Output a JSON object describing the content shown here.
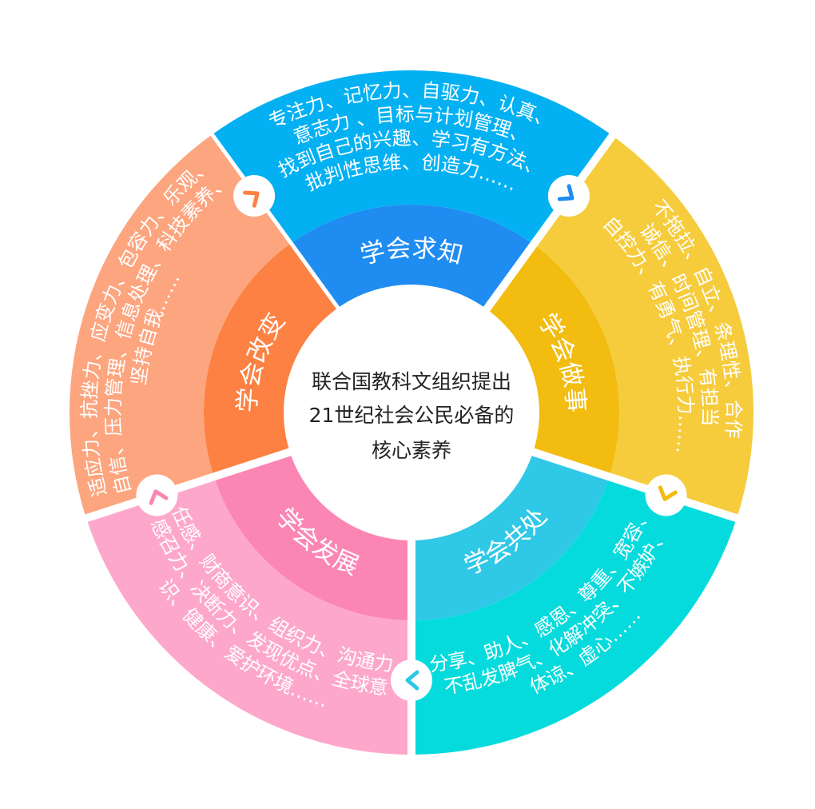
{
  "center": {
    "lines": [
      "联合国教科文组织提出",
      "21世纪社会公民必备的",
      "核心素养"
    ]
  },
  "segments": [
    {
      "id": "zhi",
      "label": "学会求知",
      "outer_color": "#03B1F3",
      "inner_color": "#1F8CF2",
      "chevron_color": "#1F8CF2",
      "text_lines": [
        "专注力、记忆力、自驱力、认真、",
        "意志力 、目标与计划管理、",
        "找到自己的兴趣、学习有方法、",
        "批判性思维、创造力……"
      ]
    },
    {
      "id": "shi",
      "label": "学会做事",
      "outer_color": "#F6CC3D",
      "inner_color": "#F2BC10",
      "chevron_color": "#F2BC10",
      "text_lines": [
        "不拖拉、自立、条理性、合作",
        "诚信、时间管理、有担当",
        "自控力、有勇气、执行力……"
      ]
    },
    {
      "id": "chu",
      "label": "学会共处",
      "outer_color": "#05DBDD",
      "inner_color": "#2FC8E6",
      "chevron_color": "#2FC8E6",
      "text_lines": [
        "分享、助人、感恩、尊重、宽容、",
        "不乱发脾气、化解冲突、不嫉妒、",
        "体谅、虚心……"
      ]
    },
    {
      "id": "fa",
      "label": "学会发展",
      "outer_color": "#FDA8CB",
      "inner_color": "#FB86B4",
      "chevron_color": "#FB86B4",
      "text_lines": [
        "责任感、财商意识、组织力、沟通力、",
        "感召力、决断力、发现优点、全球意",
        "识、健康、爱护环境……"
      ]
    },
    {
      "id": "bian",
      "label": "学会改变",
      "outer_color": "#FCA57F",
      "inner_color": "#FC8142",
      "chevron_color": "#FC8142",
      "text_lines": [
        "适应力、抗挫力、应变力、包容力、乐观、",
        "自信、压力管理、信息处理、科技素养、",
        "坚持自我……"
      ]
    }
  ]
}
